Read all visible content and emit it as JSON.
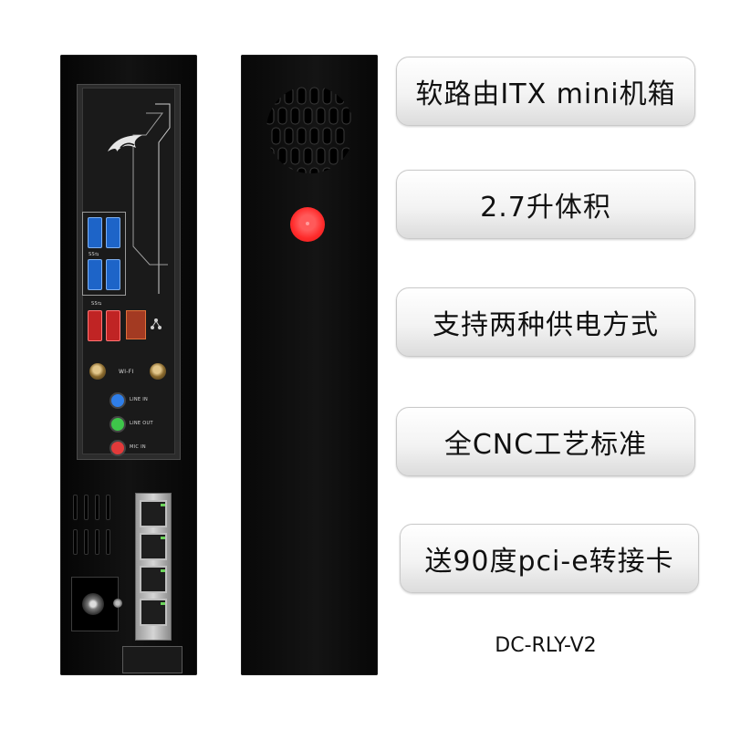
{
  "product": {
    "io_labels": {
      "wifi": "WI-FI",
      "line_in": "LINE IN",
      "line_out": "LINE OUT",
      "mic_in": "MIC IN",
      "usb_badge_top": "SS⇆",
      "usb_badge_bottom": "SS⇆"
    },
    "accent_color": "#ff2b2b"
  },
  "features": [
    {
      "label": "软路由ITX mini机箱"
    },
    {
      "label": "2.7升体积"
    },
    {
      "label": "支持两种供电方式"
    },
    {
      "label": "全CNC工艺标准"
    },
    {
      "label": "送90度pci-e转接卡"
    }
  ],
  "model": "DC-RLY-V2"
}
